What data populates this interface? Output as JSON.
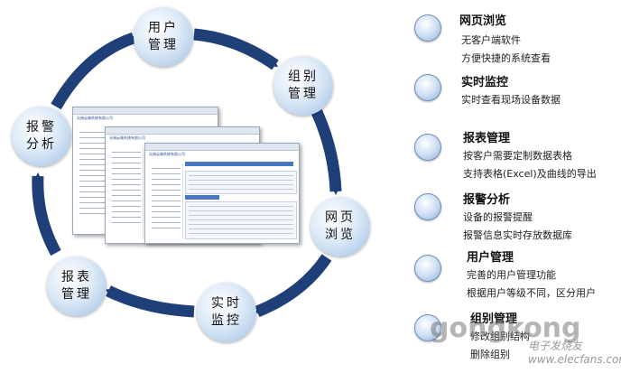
{
  "cycle": {
    "nodes": [
      {
        "line1": "用户",
        "line2": "管理"
      },
      {
        "line1": "组别",
        "line2": "管理"
      },
      {
        "line1": "网页",
        "line2": "浏览"
      },
      {
        "line1": "实时",
        "line2": "监控"
      },
      {
        "line1": "报表",
        "line2": "管理"
      },
      {
        "line1": "报警",
        "line2": "分析"
      }
    ],
    "arrow_color": "#1f3f78",
    "node_color": "#cfe0f3"
  },
  "screenshots": {
    "titles": [
      "无锡云端系统有限公司",
      "无锡云端系统有限公司",
      "无锡云端系统有限公司"
    ]
  },
  "legend": {
    "items": [
      {
        "title": "网页浏览",
        "lines": [
          "无客户端软件",
          "方便快捷的系统查看"
        ]
      },
      {
        "title": "实时监控",
        "lines": [
          "实时查看现场设备数据"
        ]
      },
      {
        "title": "报表管理",
        "lines": [
          "按客户需要定制数据表格",
          "支持表格(Excel)及曲线的导出"
        ]
      },
      {
        "title": "报警分析",
        "lines": [
          "设备的报警提醒",
          "报警信息实时存放数据库"
        ]
      },
      {
        "title": "用户管理",
        "lines": [
          "完善的用户管理功能",
          "根据用户等级不同，区分用户"
        ]
      },
      {
        "title": "组别管理",
        "lines": [
          "修改组别结构",
          "删除组别"
        ]
      }
    ]
  },
  "watermark": {
    "text": "gongkong",
    "sub": "电子发烧友 www.elecfans.com"
  }
}
